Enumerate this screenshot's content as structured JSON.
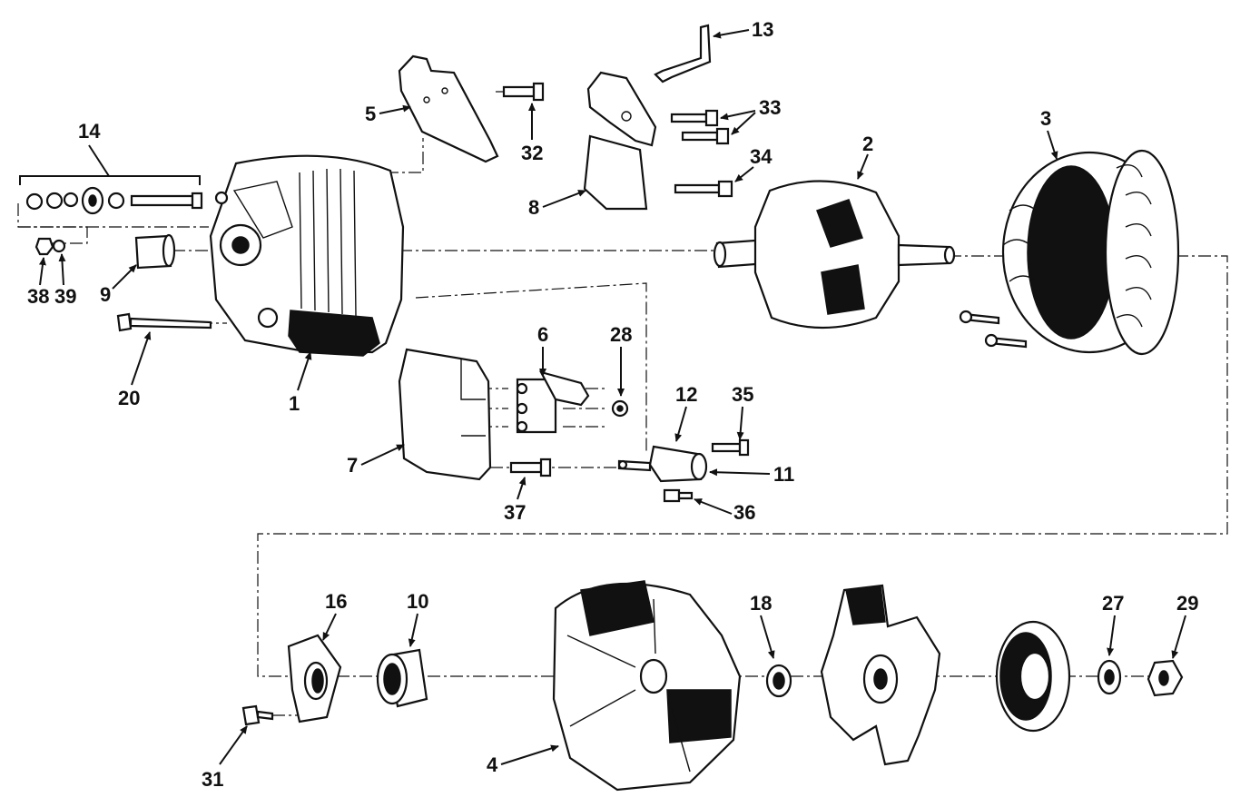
{
  "colors": {
    "ink": "#111111",
    "paper": "#ffffff"
  },
  "callouts": {
    "c1": "1",
    "c2": "2",
    "c3": "3",
    "c4": "4",
    "c5": "5",
    "c6": "6",
    "c7": "7",
    "c8": "8",
    "c9": "9",
    "c10": "10",
    "c11": "11",
    "c12": "12",
    "c13": "13",
    "c14": "14",
    "c16": "16",
    "c18": "18",
    "c20": "20",
    "c27": "27",
    "c28": "28",
    "c29": "29",
    "c31": "31",
    "c32": "32",
    "c33": "33",
    "c34": "34",
    "c35": "35",
    "c36": "36",
    "c37": "37",
    "c38": "38",
    "c39": "39"
  }
}
